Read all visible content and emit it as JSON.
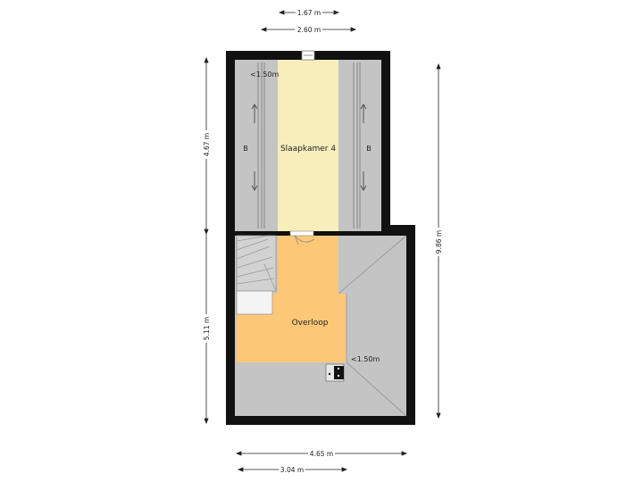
{
  "rooms": {
    "bedroom": "Slaapkamer 4",
    "landing": "Overloop"
  },
  "annotations": {
    "height_top": "<1.50m",
    "height_bottom": "<1.50m",
    "storage_left": "B",
    "storage_right": "B"
  },
  "dimensions": {
    "top_outer": "1.67 m",
    "top_inner": "2.60 m",
    "left_upper": "4.67 m",
    "left_lower": "5.11 m",
    "right_total": "9.86 m",
    "bottom_outer": "4.65 m",
    "bottom_inner": "3.04 m"
  },
  "colors": {
    "wall": "#111111",
    "slope": "#c4c4c4",
    "bedroom": "#f7eebc",
    "landing": "#fcc878",
    "dimension": "#222222"
  }
}
